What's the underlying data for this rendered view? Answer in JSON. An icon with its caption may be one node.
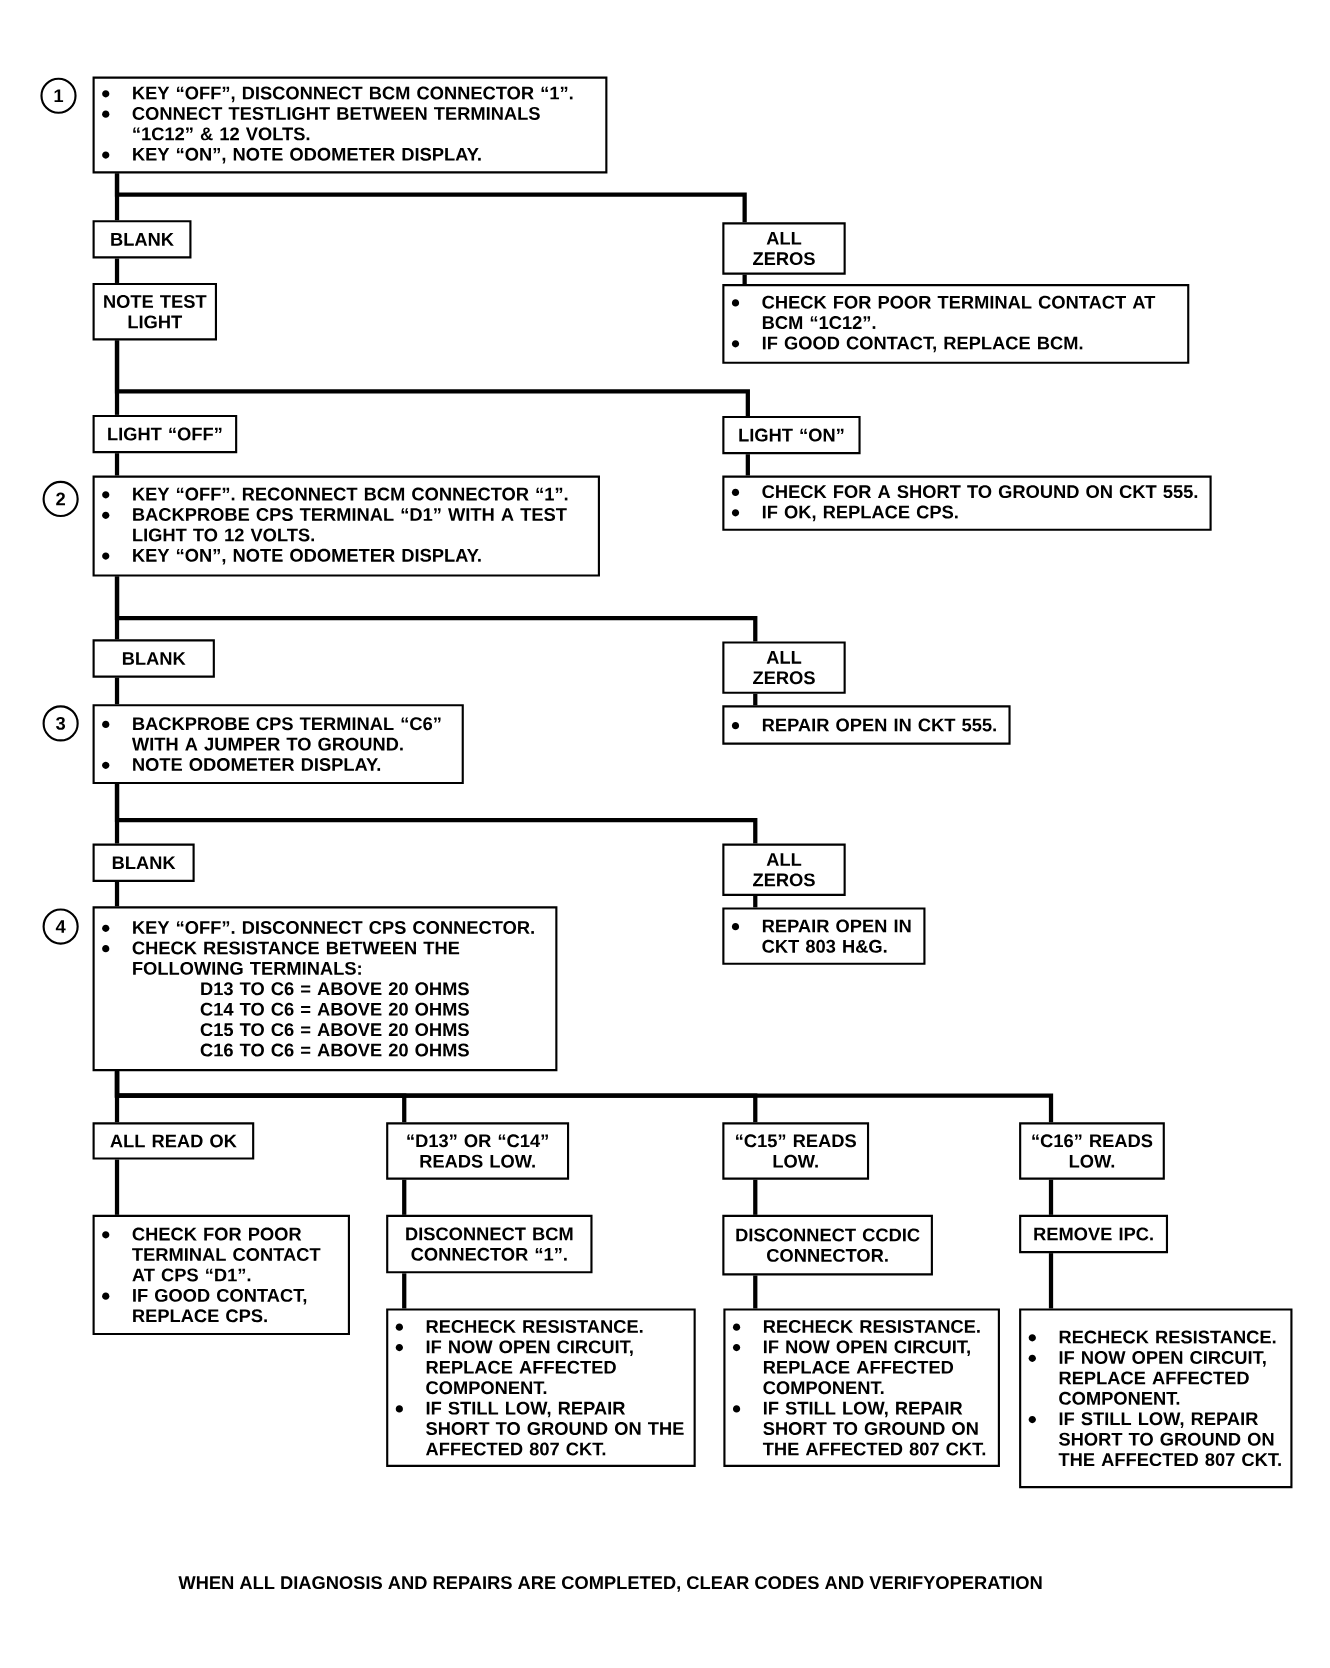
{
  "diagram": {
    "nodes": [
      {
        "text": [
          "KEY “OFF”, DISCONNECT BCM CONNECTOR “1”.",
          "CONNECT TESTLIGHT BETWEEN TERMINALS “1C12” & 12 VOLTS.",
          "KEY “ON”, NOTE ODOMETER DISPLAY."
        ],
        "beside": [
          "1"
        ]
      },
      {
        "text": [
          "BLANK"
        ]
      },
      {
        "text": [
          "ALL ZEROS"
        ]
      },
      {
        "text": [
          "NOTE TEST LIGHT"
        ]
      },
      {
        "text": [
          "CHECK FOR POOR TERMINAL CONTACT AT BCM “1C12”.",
          "IF GOOD CONTACT, REPLACE BCM."
        ]
      },
      {
        "text": [
          "LIGHT “OFF”"
        ]
      },
      {
        "text": [
          "LIGHT “ON”"
        ]
      },
      {
        "text": [
          "KEY “OFF”. RECONNECT BCM CONNECTOR “1”.",
          "BACKPROBE CPS TERMINAL “D1” WITH A TEST LIGHT TO 12 VOLTS.",
          "KEY “ON”, NOTE ODOMETER DISPLAY."
        ],
        "beside": [
          "2"
        ]
      },
      {
        "text": [
          "CHECK FOR A SHORT TO GROUND ON CKT 555.",
          "IF OK, REPLACE CPS."
        ]
      },
      {
        "text": [
          "BLANK"
        ]
      },
      {
        "text": [
          "ALL ZEROS"
        ]
      },
      {
        "text": [
          "BACKPROBE CPS TERMINAL “C6” WITH A JUMPER TO GROUND.",
          "NOTE ODOMETER DISPLAY."
        ],
        "beside": [
          "3"
        ]
      },
      {
        "text": [
          "REPAIR OPEN IN CKT 555."
        ]
      },
      {
        "text": [
          "BLANK"
        ]
      },
      {
        "text": [
          "ALL ZEROS"
        ]
      },
      {
        "text": [
          "KEY “OFF”. DISCONNECT CPS CONNECTOR.",
          "CHECK RESISTANCE BETWEEN THE FOLLOWING TERMINALS:",
          "D13 TO C6 = ABOVE 20 OHMS",
          "C14 TO C6 = ABOVE 20 OHMS",
          "C15 TO C6 = ABOVE 20 OHMS",
          "C16 TO C6 = ABOVE 20 OHMS"
        ],
        "beside": [
          "4"
        ]
      },
      {
        "text": [
          "REPAIR OPEN IN CKT 803 H&G."
        ]
      },
      {
        "text": [
          "ALL READ OK"
        ]
      },
      {
        "text": [
          "“D13” OR “C14” READS LOW."
        ]
      },
      {
        "text": [
          "“C15” READS LOW."
        ]
      },
      {
        "text": [
          "“C16” READS LOW."
        ]
      },
      {
        "text": [
          "CHECK FOR POOR TERMINAL CONTACT AT CPS “D1”.",
          "IF GOOD CONTACT, REPLACE CPS."
        ]
      },
      {
        "text": [
          "DISCONNECT BCM CONNECTOR “1”."
        ]
      },
      {
        "text": [
          "DISCONNECT CCDIC CONNECTOR."
        ]
      },
      {
        "text": [
          "REMOVE IPC."
        ]
      },
      {
        "text": [
          "RECHECK RESISTANCE.",
          "IF NOW OPEN CIRCUIT, REPLACE AFFECTED COMPONENT.",
          "IF STILL LOW, REPAIR SHORT TO GROUND ON THE AFFECTED 807 CKT."
        ]
      },
      {
        "text": [
          "RECHECK RESISTANCE.",
          "IF NOW OPEN CIRCUIT, REPLACE AFFECTED COMPONENT.",
          "IF STILL LOW, REPAIR SHORT TO GROUND ON THE AFFECTED 807 CKT."
        ]
      },
      {
        "text": [
          "RECHECK RESISTANCE.",
          "IF NOW OPEN CIRCUIT, REPLACE AFFECTED COMPONENT.",
          "IF STILL LOW, REPAIR SHORT TO GROUND ON THE AFFECTED 807 CKT."
        ]
      }
    ],
    "edges": [
      {
        "from": 0,
        "to": 1,
        "arrow": "none"
      },
      {
        "from": 0,
        "to": 2,
        "arrow": "none"
      },
      {
        "from": 1,
        "to": 3,
        "arrow": "none"
      },
      {
        "from": 2,
        "to": 4,
        "arrow": "none"
      },
      {
        "from": 3,
        "to": 5,
        "arrow": "none"
      },
      {
        "from": 3,
        "to": 6,
        "arrow": "none"
      },
      {
        "from": 5,
        "to": 7,
        "arrow": "none"
      },
      {
        "from": 6,
        "to": 8,
        "arrow": "none"
      },
      {
        "from": 7,
        "to": 9,
        "arrow": "none"
      },
      {
        "from": 7,
        "to": 10,
        "arrow": "none"
      },
      {
        "from": 9,
        "to": 11,
        "arrow": "none"
      },
      {
        "from": 10,
        "to": 12,
        "arrow": "none"
      },
      {
        "from": 11,
        "to": 13,
        "arrow": "none"
      },
      {
        "from": 11,
        "to": 14,
        "arrow": "none"
      },
      {
        "from": 13,
        "to": 15,
        "arrow": "none"
      },
      {
        "from": 14,
        "to": 16,
        "arrow": "none"
      },
      {
        "from": 15,
        "to": 17,
        "arrow": "none"
      },
      {
        "from": 15,
        "to": 18,
        "arrow": "none"
      },
      {
        "from": 15,
        "to": 19,
        "arrow": "none"
      },
      {
        "from": 15,
        "to": 20,
        "arrow": "none"
      },
      {
        "from": 17,
        "to": 21,
        "arrow": "none"
      },
      {
        "from": 18,
        "to": 22,
        "arrow": "none"
      },
      {
        "from": 19,
        "to": 23,
        "arrow": "none"
      },
      {
        "from": 20,
        "to": 24,
        "arrow": "none"
      },
      {
        "from": 22,
        "to": 25,
        "arrow": "none"
      },
      {
        "from": 23,
        "to": 26,
        "arrow": "none"
      },
      {
        "from": 24,
        "to": 27,
        "arrow": "none"
      }
    ],
    "labels": [
      "WHEN ALL DIAGNOSIS AND REPAIRS ARE COMPLETED, CLEAR CODES AND VERIFYOPERATION"
    ]
  }
}
